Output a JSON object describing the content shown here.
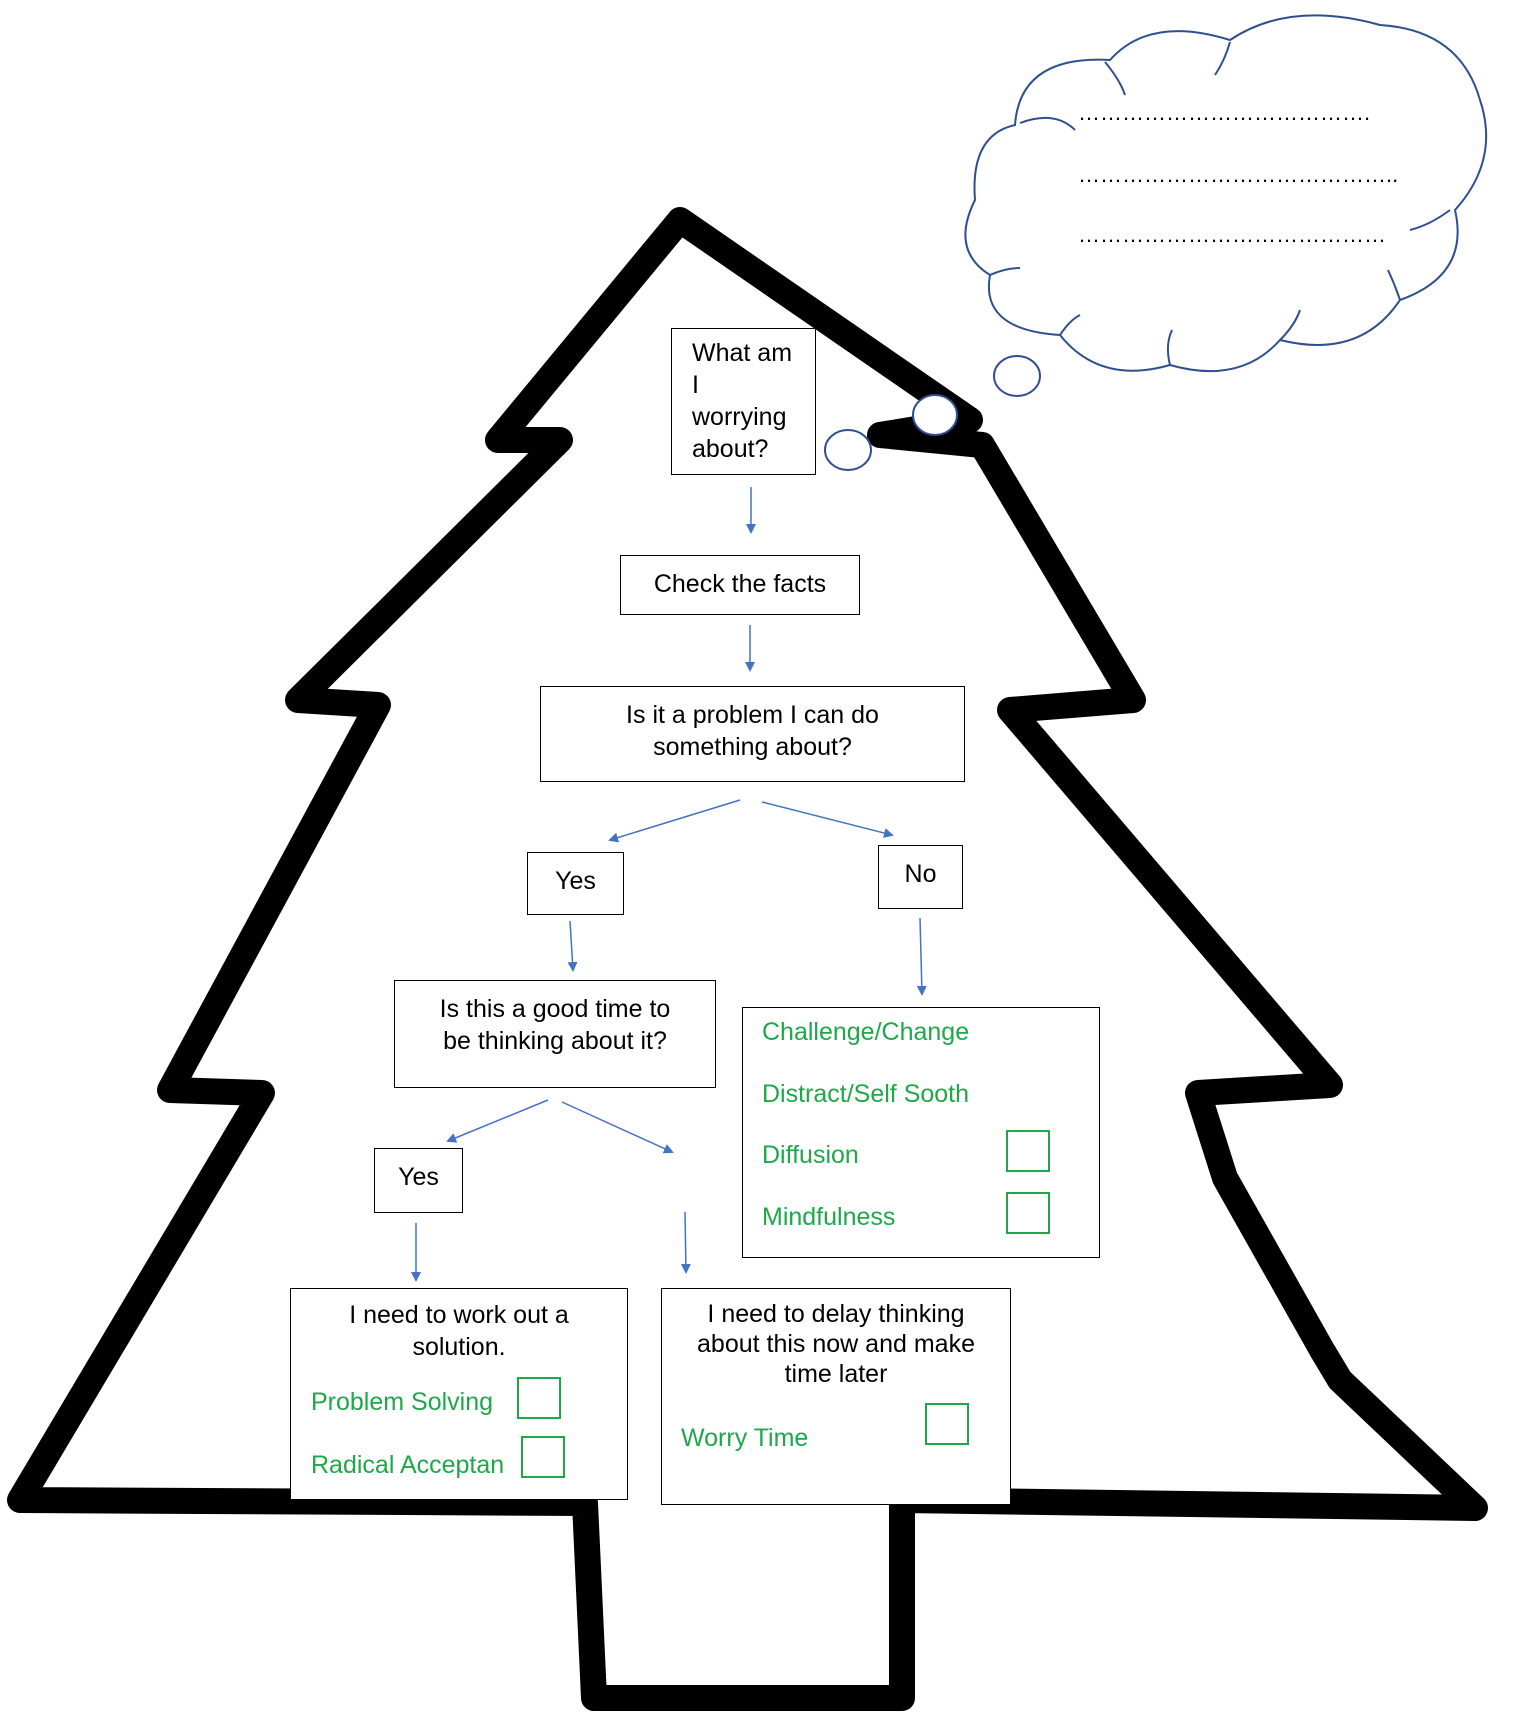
{
  "thought_cloud": {
    "lines": [
      "………………………………….",
      "……………………………………..",
      "……………………………………"
    ]
  },
  "flow": {
    "q_worry": "What am I worrying about?",
    "check_facts": "Check the facts",
    "q_problem": "Is it a problem I can do something about?",
    "yes_1": "Yes",
    "no_1": "No",
    "q_good_time": "Is this a good time to be thinking about it?",
    "yes_2": "Yes",
    "solution_title": "I need to work out a solution.",
    "solution_options": [
      "Problem Solving",
      "Radical Acceptan"
    ],
    "delay_title": "I need to delay thinking about this now and make time later",
    "delay_options": [
      "Worry Time"
    ],
    "no_options": [
      "Challenge/Change",
      "Distract/Self Sooth",
      "Diffusion",
      "Mindfulness"
    ]
  },
  "colors": {
    "outline": "#000000",
    "arrow": "#4472c4",
    "cloud": "#2f4f8f",
    "option_text": "#1ea84a"
  }
}
